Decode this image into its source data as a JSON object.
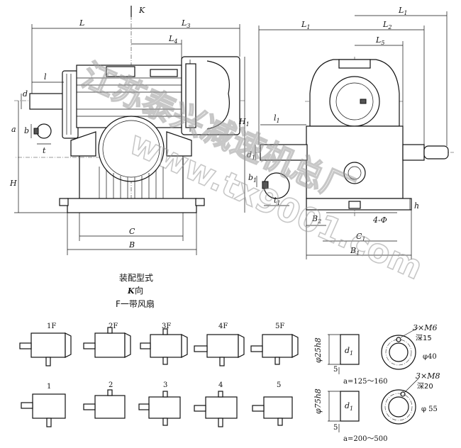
{
  "front_view": {
    "dims": {
      "L": "L",
      "K": "K",
      "L3": "L",
      "L3_sub": "3",
      "L4": "L",
      "L4_sub": "4",
      "l": "l",
      "d": "d",
      "a": "a",
      "b": "b",
      "t": "t",
      "H": "H",
      "H1": "H",
      "H1_sub": "1",
      "C": "C",
      "B": "B"
    }
  },
  "side_view": {
    "dims": {
      "L1": "L",
      "L1_sub": "1",
      "L1b": "L",
      "L1b_sub": "1",
      "L2": "L",
      "L2_sub": "2",
      "L5": "L",
      "L5_sub": "5",
      "l1": "l",
      "l1_sub": "1",
      "d1": "d",
      "d1_sub": "1",
      "b1": "b",
      "b1_sub": "1",
      "t1": "t",
      "t1_sub": "1",
      "B2": "B",
      "B2_sub": "2",
      "bolt": "4-Φ",
      "h": "h",
      "C1": "C",
      "C1_sub": "1",
      "B1": "B",
      "B1_sub": "1"
    }
  },
  "captions": {
    "assembly_title": "装配型式",
    "k_dir_letter": "K",
    "k_dir_text": "向",
    "fan_note": "F一带风扇"
  },
  "assembly_types": {
    "with_fan": [
      "1F",
      "2F",
      "3F",
      "4F",
      "5F"
    ],
    "without_fan": [
      "1",
      "2",
      "3",
      "4",
      "5"
    ]
  },
  "shaft_details": {
    "small": {
      "dia": "φ25h8",
      "d1": "d",
      "d1_sub": "1",
      "depth5": "5",
      "range": "a=125～160",
      "holes": "3×M6",
      "hole_depth": "深15",
      "pcd": "φ40"
    },
    "large": {
      "dia": "φ75h8",
      "d1": "d",
      "d1_sub": "1",
      "depth5": "5",
      "range": "a=200～500",
      "holes": "3×M8",
      "hole_depth": "深20",
      "pcd": "φ 55"
    }
  }
}
